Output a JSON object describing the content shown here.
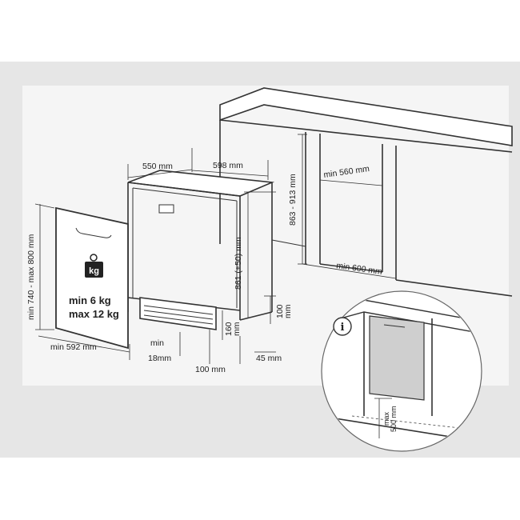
{
  "weight_icon": {
    "symbol": "kg"
  },
  "labels": {
    "depth": "550 mm",
    "width": "598 mm",
    "niche_width": "min 560 mm",
    "niche_height": "863 - 913 mm",
    "niche_depth": "min 600 mm",
    "panel_height": "min 740 - max 800 mm",
    "panel_width": "min 592 mm",
    "appliance_height": "861 (+50) mm",
    "plinth_height": "160\nmm",
    "plinth_adjust": "100\nmm",
    "min_word": "min",
    "gap": "18mm",
    "plinth_depth": "100 mm",
    "plinth_offset": "45 mm",
    "weight_min": "min  6 kg",
    "weight_max": "max 12 kg",
    "info_symbol": "i",
    "inset_max": "max\n500 mm"
  },
  "colors": {
    "background": "#e6e6e6",
    "panel": "#f5f5f5",
    "line": "#333333",
    "inset_panel": "#cfcfcf"
  }
}
